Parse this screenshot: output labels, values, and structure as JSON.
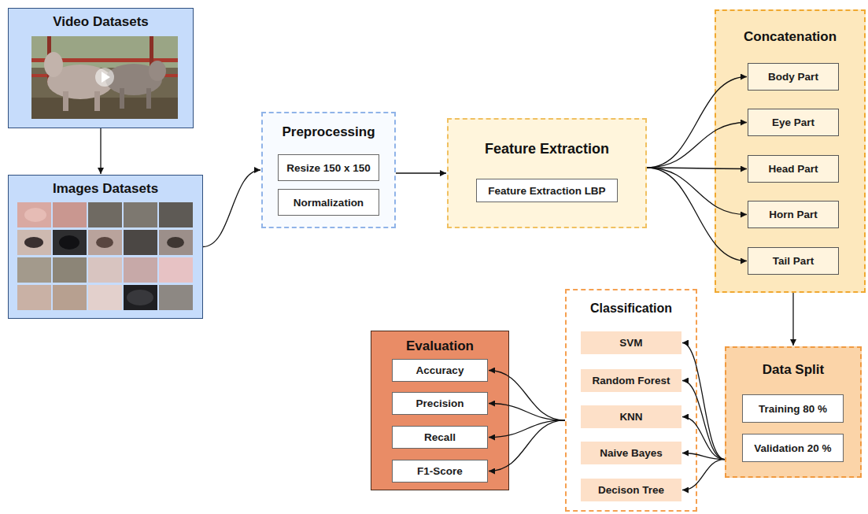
{
  "diagram": {
    "nodes": [
      {
        "text": [
          "Video Datasets"
        ]
      },
      {
        "text": [
          "Images Datasets"
        ]
      },
      {
        "text": [
          "Preprocessing"
        ]
      },
      {
        "text": [
          "Resize 150 x 150"
        ],
        "in": 2
      },
      {
        "text": [
          "Normalization"
        ],
        "in": 2
      },
      {
        "text": [
          "Feature Extraction"
        ]
      },
      {
        "text": [
          "Feature Extraction LBP"
        ],
        "in": 5
      },
      {
        "text": [
          "Concatenation"
        ]
      },
      {
        "text": [
          "Body Part"
        ],
        "in": 7
      },
      {
        "text": [
          "Eye Part"
        ],
        "in": 7
      },
      {
        "text": [
          "Head Part"
        ],
        "in": 7
      },
      {
        "text": [
          "Horn Part"
        ],
        "in": 7
      },
      {
        "text": [
          "Tail Part"
        ],
        "in": 7
      },
      {
        "text": [
          "Data Split"
        ]
      },
      {
        "text": [
          "Training 80 %"
        ],
        "in": 13
      },
      {
        "text": [
          "Validation 20 %"
        ],
        "in": 13
      },
      {
        "text": [
          "Classification"
        ]
      },
      {
        "text": [
          "SVM"
        ],
        "in": 16
      },
      {
        "text": [
          "Random Forest"
        ],
        "in": 16
      },
      {
        "text": [
          "KNN"
        ],
        "in": 16
      },
      {
        "text": [
          "Naive Bayes"
        ],
        "in": 16
      },
      {
        "text": [
          "Decison Tree"
        ],
        "in": 16
      },
      {
        "text": [
          "Evaluation"
        ]
      },
      {
        "text": [
          "Accuracy"
        ],
        "in": 22
      },
      {
        "text": [
          "Precision"
        ],
        "in": 22
      },
      {
        "text": [
          "Recall"
        ],
        "in": 22
      },
      {
        "text": [
          "F1-Score"
        ],
        "in": 22
      }
    ],
    "edges": [
      {
        "from": 0,
        "to": 1,
        "arrow": "to"
      },
      {
        "from": 1,
        "to": 2,
        "arrow": "to"
      },
      {
        "from": 2,
        "to": 5,
        "arrow": "to"
      },
      {
        "from": 5,
        "to": 8,
        "arrow": "to"
      },
      {
        "from": 5,
        "to": 9,
        "arrow": "to"
      },
      {
        "from": 5,
        "to": 10,
        "arrow": "to"
      },
      {
        "from": 5,
        "to": 11,
        "arrow": "to"
      },
      {
        "from": 5,
        "to": 12,
        "arrow": "to"
      },
      {
        "from": 7,
        "to": 13,
        "arrow": "to"
      },
      {
        "from": 13,
        "to": 17,
        "arrow": "to"
      },
      {
        "from": 13,
        "to": 18,
        "arrow": "to"
      },
      {
        "from": 13,
        "to": 19,
        "arrow": "to"
      },
      {
        "from": 13,
        "to": 20,
        "arrow": "to"
      },
      {
        "from": 13,
        "to": 21,
        "arrow": "to"
      },
      {
        "from": 16,
        "to": 23,
        "arrow": "to"
      },
      {
        "from": 16,
        "to": 24,
        "arrow": "to"
      },
      {
        "from": 16,
        "to": 25,
        "arrow": "to"
      },
      {
        "from": 16,
        "to": 26,
        "arrow": "to"
      }
    ]
  }
}
